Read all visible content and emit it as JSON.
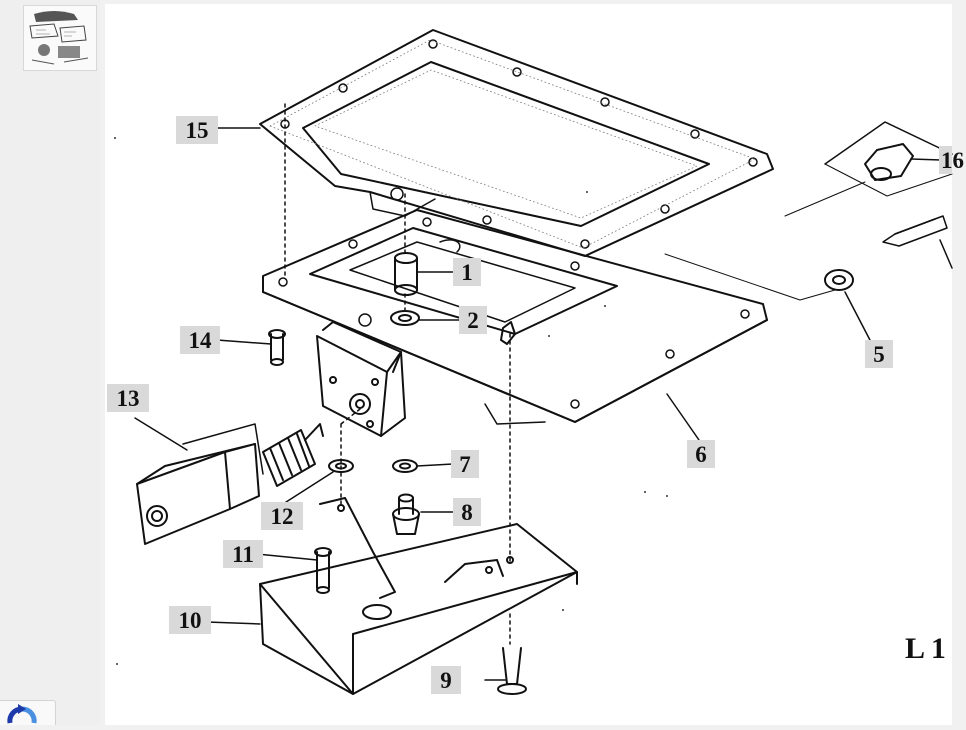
{
  "diagram": {
    "part_labels": [
      "15",
      "1",
      "2",
      "14",
      "13",
      "6",
      "7",
      "12",
      "8",
      "11",
      "10",
      "9",
      "5",
      "16"
    ],
    "page_code": "L 1"
  },
  "icons": {
    "thumbnail": "page-thumbnail-icon",
    "recaptcha": "recaptcha-icon"
  }
}
